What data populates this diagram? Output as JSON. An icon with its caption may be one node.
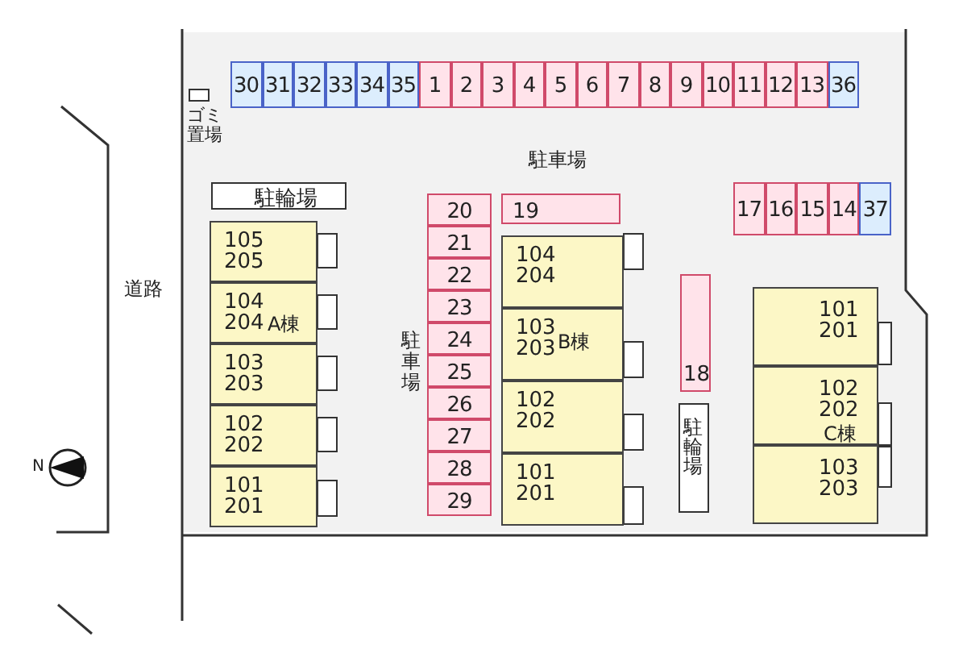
{
  "diagram": {
    "nodes": [
      {
        "text": [],
        "shape": "box",
        "beside": [
          "ゴミ置場"
        ]
      },
      {
        "text": [
          "30"
        ]
      },
      {
        "text": [
          "31"
        ]
      },
      {
        "text": [
          "32"
        ]
      },
      {
        "text": [
          "33"
        ]
      },
      {
        "text": [
          "34"
        ]
      },
      {
        "text": [
          "35"
        ]
      },
      {
        "text": [
          "1"
        ]
      },
      {
        "text": [
          "2"
        ]
      },
      {
        "text": [
          "3"
        ]
      },
      {
        "text": [
          "4"
        ]
      },
      {
        "text": [
          "5"
        ]
      },
      {
        "text": [
          "6"
        ]
      },
      {
        "text": [
          "7"
        ]
      },
      {
        "text": [
          "8"
        ]
      },
      {
        "text": [
          "9"
        ]
      },
      {
        "text": [
          "10"
        ]
      },
      {
        "text": [
          "11"
        ]
      },
      {
        "text": [
          "12"
        ]
      },
      {
        "text": [
          "13"
        ]
      },
      {
        "text": [
          "36"
        ]
      },
      {
        "text": [
          "駐輪場"
        ]
      },
      {
        "text": [
          "20"
        ]
      },
      {
        "text": [
          "21"
        ]
      },
      {
        "text": [
          "22"
        ]
      },
      {
        "text": [
          "23"
        ]
      },
      {
        "text": [
          "24"
        ]
      },
      {
        "text": [
          "25"
        ]
      },
      {
        "text": [
          "26"
        ]
      },
      {
        "text": [
          "27"
        ]
      },
      {
        "text": [
          "28"
        ]
      },
      {
        "text": [
          "29"
        ]
      },
      {
        "text": [
          "19"
        ]
      },
      {
        "text": [
          "17"
        ]
      },
      {
        "text": [
          "16"
        ]
      },
      {
        "text": [
          "15"
        ]
      },
      {
        "text": [
          "14"
        ]
      },
      {
        "text": [
          "37"
        ]
      },
      {
        "text": [
          "18"
        ]
      },
      {
        "text": [
          "駐輪場"
        ]
      },
      {
        "text": [
          "105 205"
        ]
      },
      {
        "text": [
          "104 204"
        ]
      },
      {
        "text": [
          "103 203"
        ]
      },
      {
        "text": [
          "102 202"
        ]
      },
      {
        "text": [
          "101 201"
        ]
      },
      {
        "text": [
          "104 204"
        ]
      },
      {
        "text": [
          "103 203"
        ]
      },
      {
        "text": [
          "102 202"
        ]
      },
      {
        "text": [
          "101 201"
        ]
      },
      {
        "text": [
          "101 201"
        ]
      },
      {
        "text": [
          "102 202"
        ]
      },
      {
        "text": [
          "103 203"
        ]
      }
    ],
    "labels": [
      "駐車場",
      "道路",
      "駐車場",
      "A棟",
      "B棟",
      "C棟",
      "N"
    ]
  }
}
